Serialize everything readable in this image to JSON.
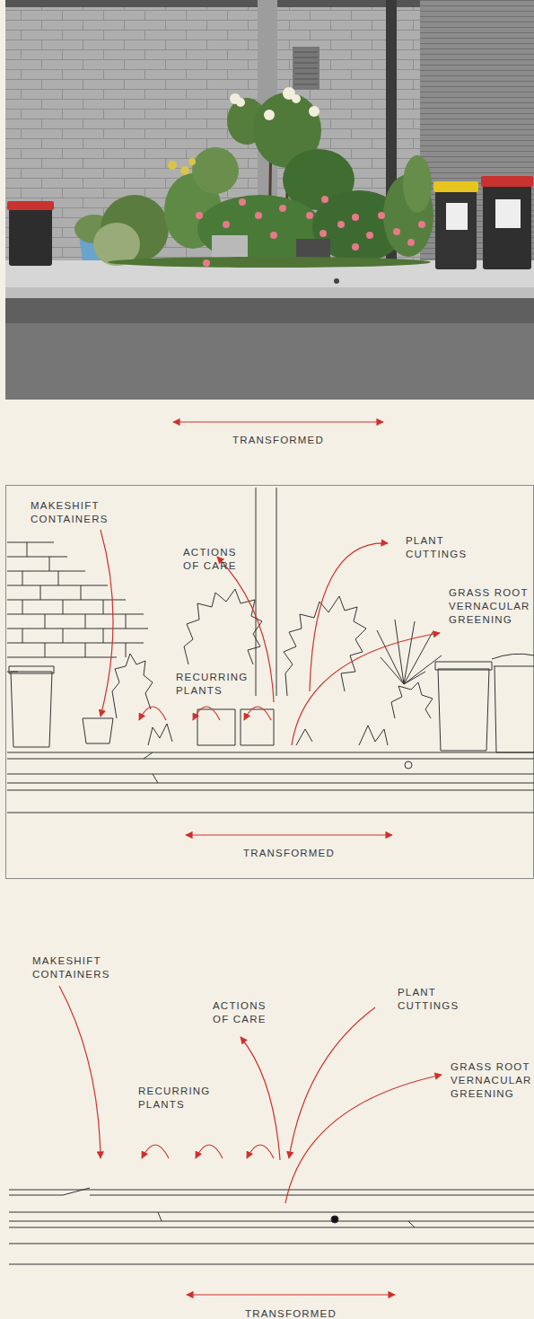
{
  "diagram": {
    "labels": [
      "TRANSFORMED",
      "MAKESHIFT CONTAINERS",
      "ACTIONS OF CARE",
      "PLANT CUTTINGS",
      "GRASS ROOT VERNACULAR GREENING",
      "RECURRING PLANTS",
      "TRANSFORMED",
      "MAKESHIFT CONTAINERS",
      "PLANT CUTTINGS",
      "ACTIONS OF CARE",
      "GRASS ROOT VERNACULAR GREENING",
      "RECURRING PLANTS",
      "TRANSFORMED"
    ]
  }
}
